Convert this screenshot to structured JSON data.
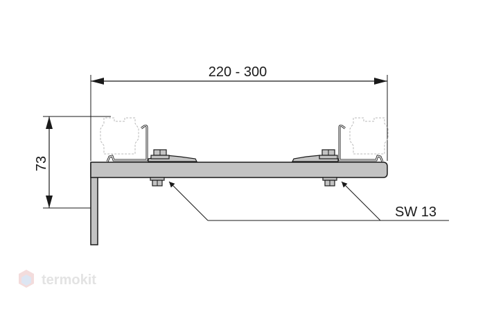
{
  "dimensions": {
    "width_range": "220 - 300",
    "height": "73",
    "wrench_size": "SW 13"
  },
  "watermark": {
    "text": "termokit",
    "icon": "hexagon-logo-icon"
  },
  "colors": {
    "line": "#1a1a1a",
    "fill_grey": "#c3c3c3",
    "dashed": "#b8b8b8",
    "watermark": "#e3e3e3"
  }
}
